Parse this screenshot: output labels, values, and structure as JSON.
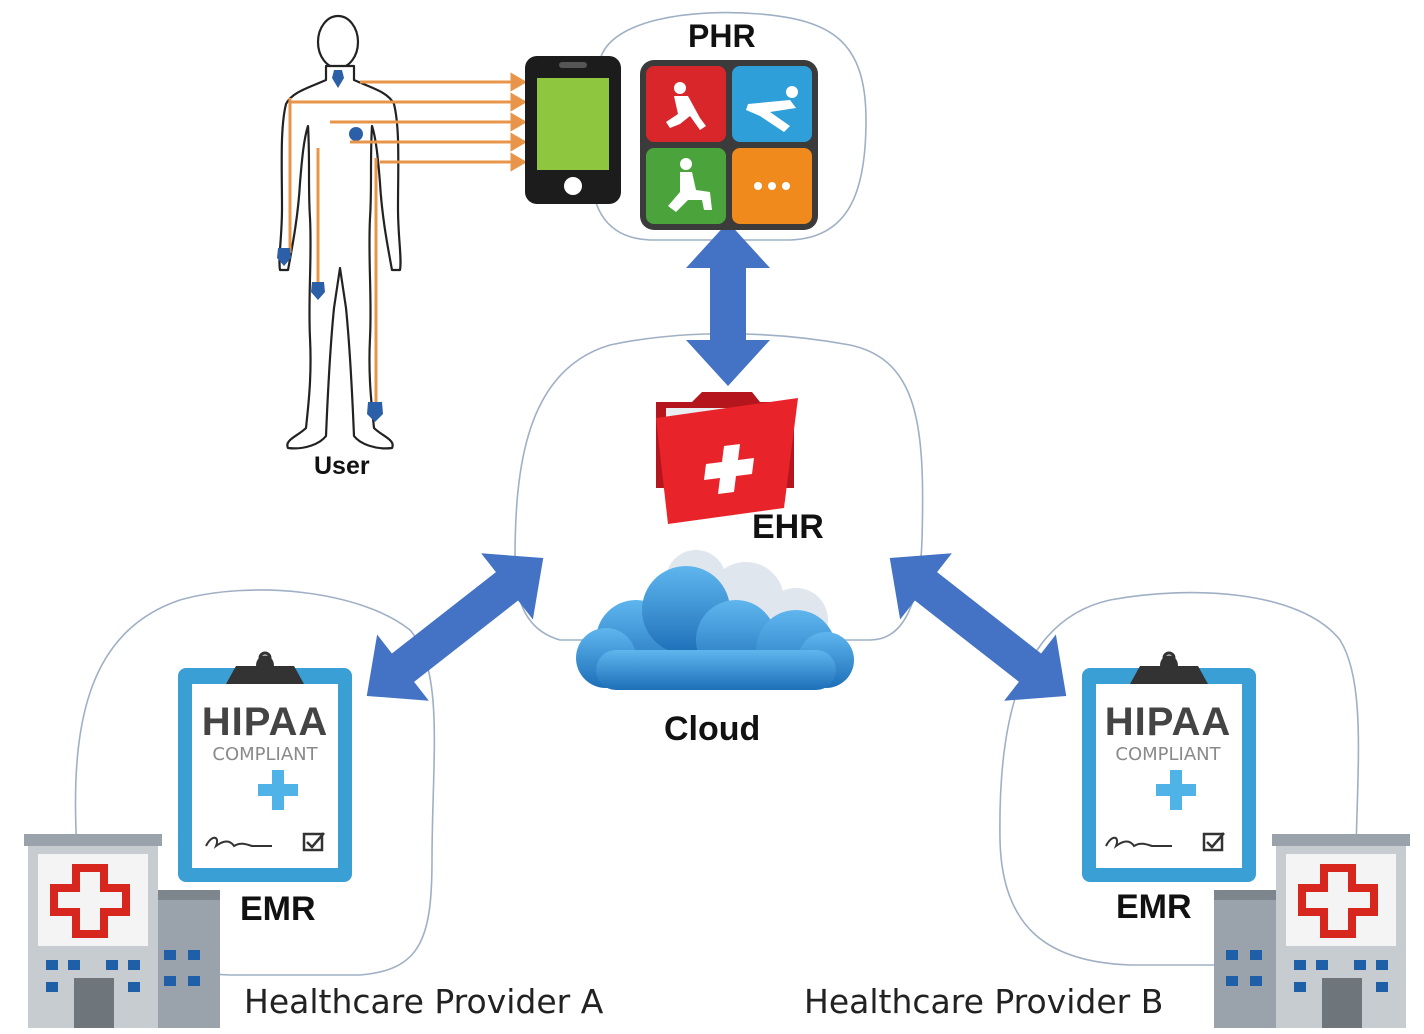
{
  "labels": {
    "phr": "PHR",
    "user": "User",
    "ehr": "EHR",
    "cloud": "Cloud",
    "emr_a": "EMR",
    "emr_b": "EMR",
    "provider_a": "Healthcare Provider A",
    "provider_b": "Healthcare Provider B"
  },
  "badges": {
    "a": {
      "title": "HIPAA",
      "subtitle": "COMPLIANT"
    },
    "b": {
      "title": "HIPAA",
      "subtitle": "COMPLIANT"
    }
  },
  "colors": {
    "arrow": "#4472c4",
    "sensor_line": "#e8954a",
    "sensor_dot": "#2b5fa8",
    "tile_red": "#d9262b",
    "tile_blue": "#2e9fd8",
    "tile_green": "#4aa33b",
    "tile_orange": "#f08a1c",
    "folder_red": "#e8232a",
    "clipboard_frame": "#3a9fd5"
  },
  "icons": [
    "human-figure",
    "smartphone",
    "phr-app-tiles",
    "medical-folder",
    "cloud",
    "hipaa-clipboard",
    "hospital-building"
  ]
}
